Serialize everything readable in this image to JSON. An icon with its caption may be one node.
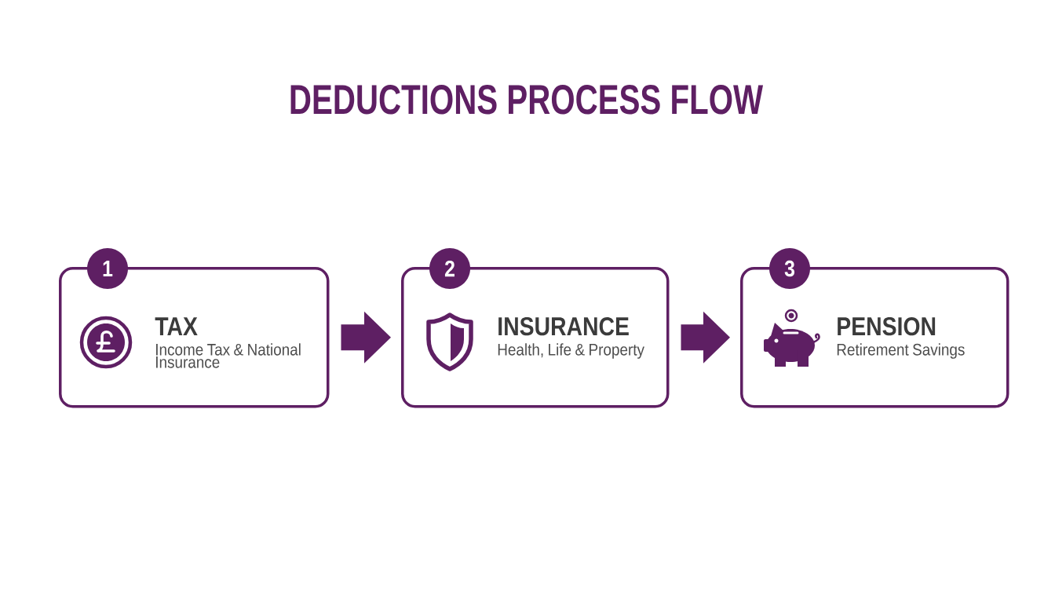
{
  "diagram": {
    "title": "DEDUCTIONS PROCESS FLOW",
    "nodes": [
      {
        "text": [
          "1"
        ]
      },
      {
        "text": [
          "TAX",
          "Income Tax & National Insurance"
        ]
      },
      {
        "text": [
          "2"
        ]
      },
      {
        "text": [
          "INSURANCE",
          "Health, Life & Property"
        ]
      },
      {
        "text": [
          "3"
        ]
      },
      {
        "text": [
          "PENSION",
          "Retirement Savings"
        ]
      }
    ],
    "edges": [
      {
        "from": 1,
        "to": 3,
        "arrow": "to"
      },
      {
        "from": 3,
        "to": 5,
        "arrow": "to"
      }
    ]
  }
}
